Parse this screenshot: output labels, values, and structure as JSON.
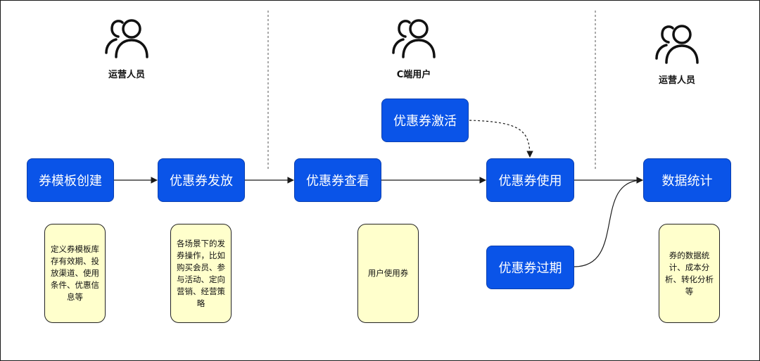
{
  "colors": {
    "node_fill": "#0a54e8",
    "node_text": "#ffffff",
    "note_fill": "#ffffcc",
    "line": "#1a1a1a",
    "lane_divider": "#555555"
  },
  "actors": {
    "ops_left": {
      "label": "运营人员",
      "icon": "person-group-icon"
    },
    "customer": {
      "label": "C端用户",
      "icon": "person-group-icon"
    },
    "ops_right": {
      "label": "运营人员",
      "icon": "person-group-icon"
    }
  },
  "nodes": {
    "template_create": "券模板创建",
    "coupon_issue": "优惠券发放",
    "coupon_view": "优惠券查看",
    "coupon_activate": "优惠券激活",
    "coupon_use": "优惠券使用",
    "coupon_expire": "优惠券过期",
    "data_stats": "数据统计"
  },
  "notes": {
    "template_create": "定义券模板库存有效期、投放渠道、使用条件、优惠信息等",
    "coupon_issue": "各场景下的发券操作，比如购买会员、参与活动、定向营销、经营策略",
    "coupon_view": "用户使用券",
    "data_stats": "券的数据统计、成本分析、转化分析等"
  }
}
